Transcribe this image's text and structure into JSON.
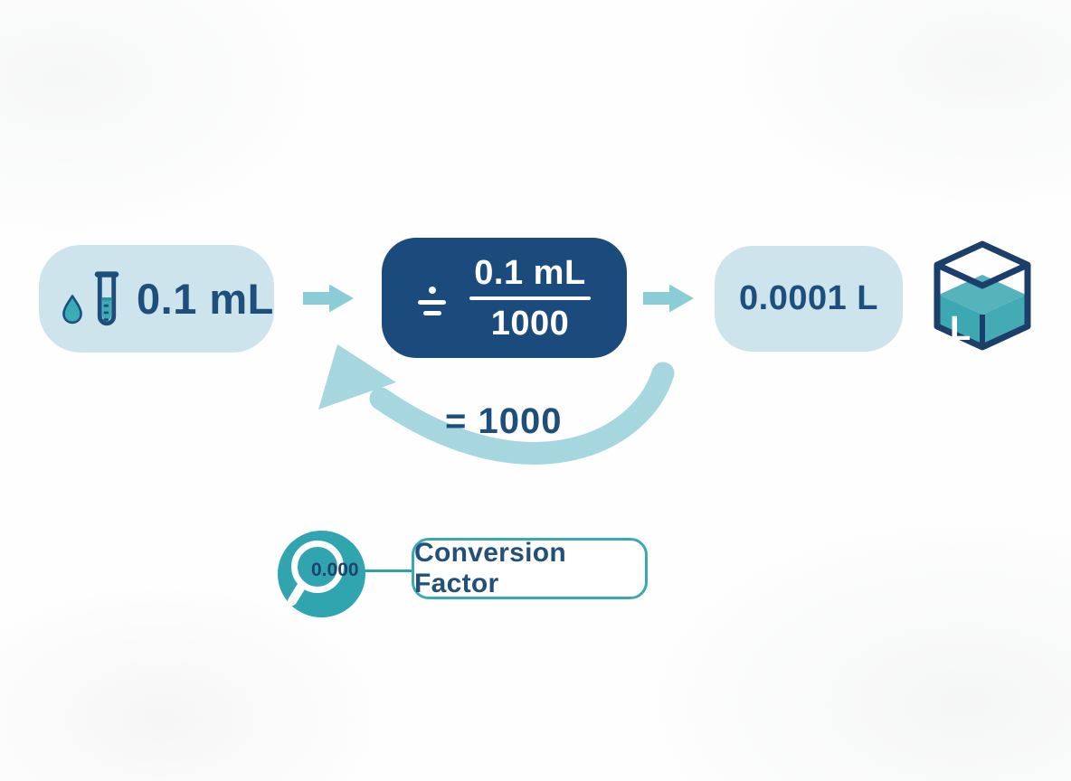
{
  "diagram": {
    "input": {
      "value": "0.1 mL"
    },
    "formula": {
      "operator": "÷",
      "numerator": "0.1 mL",
      "denominator": "1000"
    },
    "result": {
      "value": "0.0001 L"
    },
    "cube": {
      "unit": "L"
    },
    "factor_note": "= 1000",
    "magnifier": {
      "value": "0.000"
    },
    "legend": {
      "label": "Conversion Factor"
    }
  },
  "colors": {
    "pill_bg": "#cde4ed",
    "formula_bg": "#1b4a7c",
    "navy_text": "#1d4e7c",
    "arrow": "#8bcdd7",
    "curved_arrow": "#a6d7df",
    "teal_circle": "#31a5af",
    "teal_border": "#3aa9b3",
    "liquid_teal": "#3ca8b2",
    "cube_outline": "#1c3e6b"
  }
}
